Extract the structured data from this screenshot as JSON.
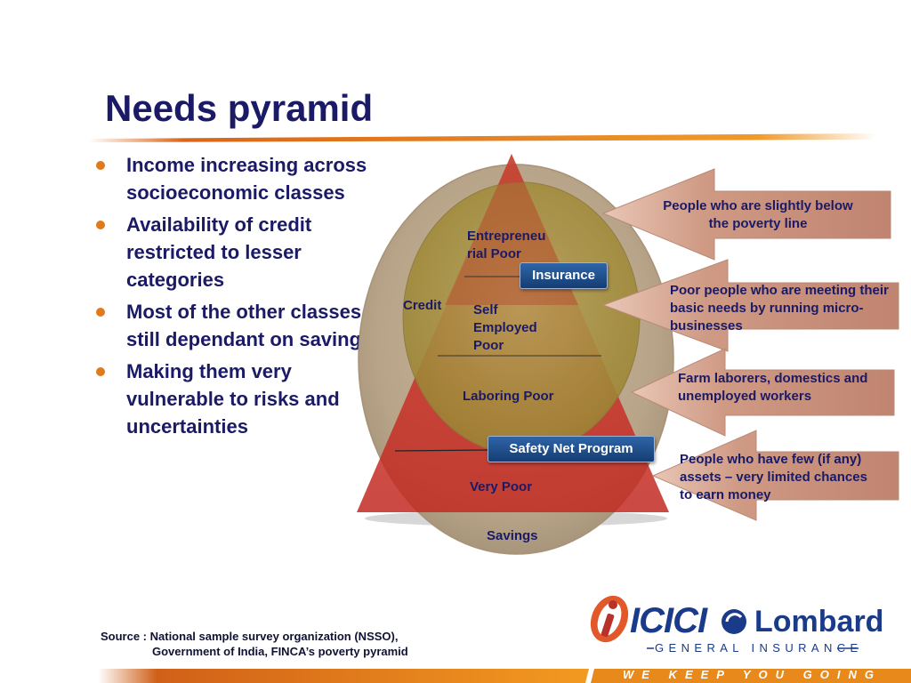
{
  "slide": {
    "title": "Needs pyramid",
    "bullets": [
      "Income increasing across socioeconomic classes",
      "Availability of credit restricted to lesser categories",
      "Most of the other classes still dependant on savings",
      "Making them very vulnerable to risks and uncertainties"
    ],
    "source_line1": "Source : National sample survey organization (NSSO),",
    "source_line2": "Government of India, FINCA’s  poverty pyramid"
  },
  "diagram": {
    "levels": {
      "entrepreneurial": "Entrepreneu\nrial Poor",
      "self_employed": "Self\nEmployed\nPoor",
      "laboring": "Laboring Poor",
      "very_poor": "Very Poor"
    },
    "credit_label": "Credit",
    "savings_label": "Savings",
    "insurance_button": "Insurance",
    "safety_net_button": "Safety Net Program",
    "descriptions": [
      "People who are slightly below the poverty line",
      "Poor people who are meeting their basic needs by running micro-businesses",
      "Farm laborers, domestics and unemployed workers",
      "People who have few (if any) assets – very limited chances to earn money"
    ]
  },
  "brand": {
    "name_left": "ICICI",
    "name_right": "Lombard",
    "subtitle": "GENERAL INSURANCE",
    "tagline": "WE KEEP YOU GOING"
  },
  "colors": {
    "title": "#1a1a66",
    "bullet_dot": "#e07a1a",
    "accent_orange": "#e07a1a",
    "arrow_fill": "#c98b78",
    "button": "#1f4f8f"
  }
}
